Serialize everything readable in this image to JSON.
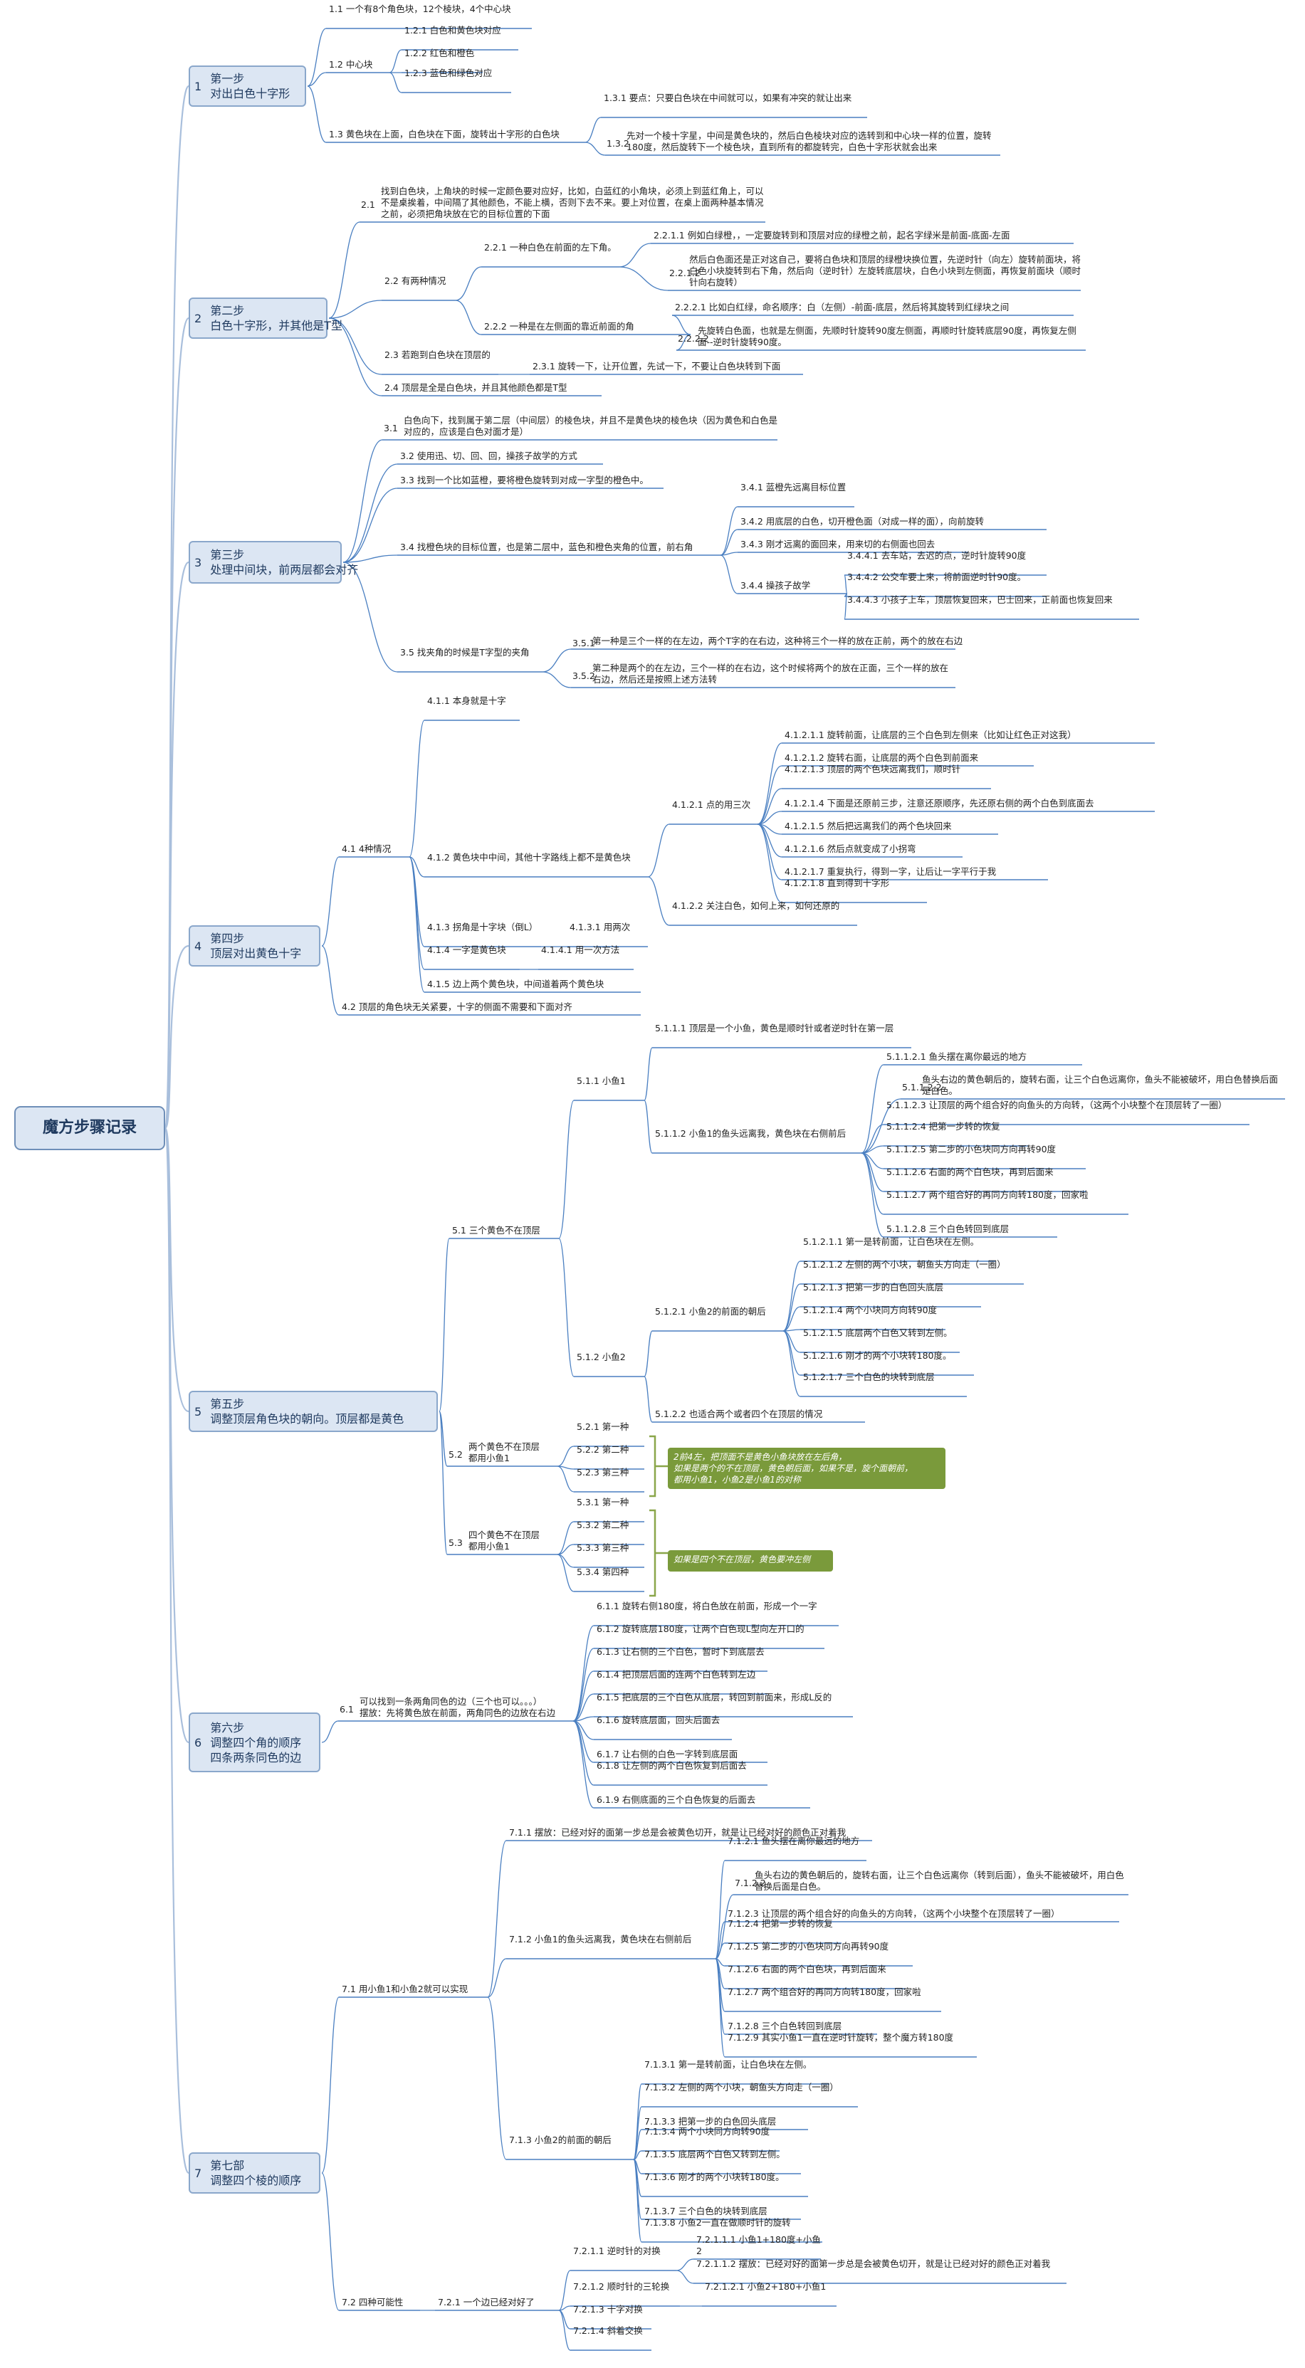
{
  "root": "魔方步骤记录",
  "steps": [
    {
      "n": "1",
      "t": "第一步\n对出白色十字形"
    },
    {
      "n": "2",
      "t": "第二步\n白色十字形，并其他是T型"
    },
    {
      "n": "3",
      "t": "第三步\n处理中间块，前两层都会对齐"
    },
    {
      "n": "4",
      "t": "第四步\n顶层对出黄色十字"
    },
    {
      "n": "5",
      "t": "第五步\n调整顶层角色块的朝向。顶层都是黄色"
    },
    {
      "n": "6",
      "t": "第六步\n调整四个角的顺序\n四条两条同色的边"
    },
    {
      "n": "7",
      "t": "第七部\n调整四个棱的顺序"
    }
  ],
  "nodes": {
    "n1_1": "1.1  一个有8个角色块，12个棱块，4个中心块",
    "n1_2": "1.2  中心块",
    "n1_2_1": "1.2.1  白色和黄色块对应",
    "n1_2_2": "1.2.2  红色和橙色",
    "n1_2_3": "1.2.3  蓝色和绿色对应",
    "n1_3": "1.3  黄色块在上面，白色块在下面，旋转出十字形的白色块",
    "n1_3_1": "1.3.1  要点：只要白色块在中间就可以，如果有冲突的就让出来",
    "n1_3_2": "先对一个棱十字星，中间是黄色块的，然后白色棱块对应的选转到和中心块一样的位置，旋转180度，然后旋转下一个棱色块，直到所有的都旋转完，白色十字形状就会出来",
    "n1_3_2num": "1.3.2",
    "n2_1": "找到白色块，上角块的时候一定颜色要对应好，比如，白蓝红的小角块，必须上到蓝红角上，可以不是桌挨着，中间隔了其他颜色，不能上横，否则下去不来。要上对位置，在桌上面两种基本情况之前，必须把角块放在它的目标位置的下面",
    "n2_1num": "2.1",
    "n2_2": "2.2  有两种情况",
    "n2_2_1": "2.2.1  一种白色在前面的左下角。",
    "n2_2_1_1": "2.2.1.1  例如白绿橙，，一定要旋转到和顶层对应的绿橙之前，起名字绿米是前面-底面-左面",
    "n2_2_1_2": "然后白色面还是正对这自己，要将白色块和顶层的绿橙块换位置，先逆时针（向左）旋转前面块，将白色小块旋转到右下角，然后向（逆时针）左旋转底层块，白色小块到左侧面，再恢复前面块（顺时针向右旋转）",
    "n2_2_1_2num": "2.2.1.2",
    "n2_2_2": "2.2.2  一种是在左侧面的靠近前面的角",
    "n2_2_2_1": "2.2.2.1  比如白红绿，命名顺序：白（左侧）-前面-底层，然后将其旋转到红绿块之间",
    "n2_2_2_2": "先旋转白色面，也就是左侧面，先顺时针旋转90度左侧面，再顺时针旋转底层90度，再恢复左侧面--逆时针旋转90度。",
    "n2_2_2_2num": "2.2.2.2",
    "n2_3": "2.3  若跑到白色块在顶层的",
    "n2_3_1": "2.3.1  旋转一下，让开位置，先试一下，不要让白色块转到下面",
    "n2_4": "2.4  顶层是全是白色块，并且其他颜色都是T型",
    "n3_1": "白色向下，找到属于第二层（中间层）的棱色块，并且不是黄色块的棱色块（因为黄色和白色是对应的，应该是白色对面才是）",
    "n3_1num": "3.1",
    "n3_2": "3.2  使用迅、切、回、回，操孩子故学的方式",
    "n3_3": "3.3  找到一个比如蓝橙，要将橙色旋转到对成一字型的橙色中。",
    "n3_4": "3.4  找橙色块的目标位置，也是第二层中，蓝色和橙色夹角的位置，前右角",
    "n3_4_1": "3.4.1  蓝橙先远离目标位置",
    "n3_4_2": "3.4.2  用底层的白色，切开橙色面（对成一样的面），向前旋转",
    "n3_4_3": "3.4.3  刚才远离的面回来，用来切的右侧面也回去",
    "n3_4_4": "3.4.4  操孩子故学",
    "n3_4_4_1": "3.4.4.1  去车站，去迟的点，逆时针旋转90度",
    "n3_4_4_2": "3.4.4.2  公交车要上来，将前面逆时针90度。",
    "n3_4_4_3": "3.4.4.3  小孩子上车，顶层恢复回来，巴士回来，正前面也恢复回来",
    "n3_5": "3.5  找夹角的时候是T字型的夹角",
    "n3_5_1": "第一种是三个一样的在左边，两个T字的在右边，这种将三个一样的放在正前，两个的放在右边",
    "n3_5_1num": "3.5.1",
    "n3_5_2": "第二种是两个的在左边，三个一样的在右边，这个时候将两个的放在正面，三个一样的放在右边，然后还是按照上述方法转",
    "n3_5_2num": "3.5.2",
    "n4_1": "4.1  4种情况",
    "n4_1_1": "4.1.1  本身就是十字",
    "n4_1_2": "4.1.2  黄色块中中间，其他十字路线上都不是黄色块",
    "n4_1_2_1": "4.1.2.1  点的用三次",
    "n4_1_2_1_1": "4.1.2.1.1  旋转前面，让底层的三个白色到左侧来（比如让红色正对这我）",
    "n4_1_2_1_2": "4.1.2.1.2  旋转右面，让底层的两个白色到前面来",
    "n4_1_2_1_3": "4.1.2.1.3  顶层的两个色块远离我们，顺时针",
    "n4_1_2_1_4": "4.1.2.1.4  下面是还原前三步，注意还原顺序，先还原右侧的两个白色到底面去",
    "n4_1_2_1_5": "4.1.2.1.5  然后把远离我们的两个色块回来",
    "n4_1_2_1_6": "4.1.2.1.6  然后点就变成了小拐弯",
    "n4_1_2_1_7": "4.1.2.1.7  重复执行，得到一字，让后让一字平行于我",
    "n4_1_2_1_8": "4.1.2.1.8  直到得到十字形",
    "n4_1_2_2": "4.1.2.2  关注白色，如何上来，如何还原的",
    "n4_1_3": "4.1.3  拐角是十字块（倒L）",
    "n4_1_3_1": "4.1.3.1  用两次",
    "n4_1_4": "4.1.4  一字是黄色块",
    "n4_1_4_1": "4.1.4.1  用一次方法",
    "n4_1_5": "4.1.5  边上两个黄色块，中间道着两个黄色块",
    "n4_2": "4.2  顶层的角色块无关紧要，十字的侧面不需要和下面对齐",
    "n5_1": "5.1  三个黄色不在顶层",
    "n5_1_1": "5.1.1  小鱼1",
    "n5_1_1_1": "5.1.1.1  顶层是一个小鱼，黄色是顺时针或者逆时针在第一层",
    "n5_1_1_2": "5.1.1.2  小鱼1的鱼头远离我，黄色块在右侧前后",
    "n5_1_1_2_1": "5.1.1.2.1  鱼头摆在离你最远的地方",
    "n5_1_1_2_2": "鱼头右边的黄色朝后的，旋转右面，让三个白色远离你，鱼头不能被破坏，用白色替换后面是白色。",
    "n5_1_1_2_2num": "5.1.1.2.2",
    "n5_1_1_2_3": "5.1.1.2.3  让顶层的两个组合好的向鱼头的方向转，（这两个小块整个在顶层转了一圈）",
    "n5_1_1_2_4": "5.1.1.2.4  把第一步转的恢复",
    "n5_1_1_2_5": "5.1.1.2.5  第二步的小色块同方向再转90度",
    "n5_1_1_2_6": "5.1.1.2.6  右面的两个白色块，再到后面来",
    "n5_1_1_2_7": "5.1.1.2.7  两个组合好的再同方向转180度，回家啦",
    "n5_1_1_2_8": "5.1.1.2.8  三个白色转回到底层",
    "n5_1_2": "5.1.2  小鱼2",
    "n5_1_2_1": "5.1.2.1  小鱼2的前面的朝后",
    "n5_1_2_1_1": "5.1.2.1.1  第一是转前面，让白色块在左侧。",
    "n5_1_2_1_2": "5.1.2.1.2  左侧的两个小块，朝鱼头方向走（一圈）",
    "n5_1_2_1_3": "5.1.2.1.3  把第一步的白色回头底层",
    "n5_1_2_1_4": "5.1.2.1.4  两个小块同方向转90度",
    "n5_1_2_1_5": "5.1.2.1.5  底层两个白色又转到左侧。",
    "n5_1_2_1_6": "5.1.2.1.6  刚才的两个小块转180度。",
    "n5_1_2_1_7": "5.1.2.1.7  三个白色的块转到底层",
    "n5_1_2_2": "5.1.2.2  也适合两个或者四个在顶层的情况",
    "n5_2": "两个黄色不在顶层\n都用小鱼1",
    "n5_2num": "5.2",
    "n5_2_1": "5.2.1  第一种",
    "n5_2_2": "5.2.2  第二种",
    "n5_2_3": "5.2.3  第三种",
    "note5_2": "2前4左，把顶面不是黄色小鱼块放在左后角，\n如果是两个的不在顶层，黄色朝后面，如果不是，旋个面朝前，\n都用小鱼1，小鱼2是小鱼1的对称",
    "n5_3": "四个黄色不在顶层\n都用小鱼1",
    "n5_3num": "5.3",
    "n5_3_1": "5.3.1  第一种",
    "n5_3_2": "5.3.2  第二种",
    "n5_3_3": "5.3.3  第三种",
    "n5_3_4": "5.3.4  第四种",
    "note5_3": "如果是四个不在顶层，黄色要冲左侧",
    "n6_1": "可以找到一条两角同色的边（三个也可以。。。）\n摆放：先将黄色放在前面，两角同色的边放在右边",
    "n6_1num": "6.1",
    "n6_1_1": "6.1.1  旋转右侧180度，将白色放在前面，形成一个一字",
    "n6_1_2": "6.1.2  旋转底层180度，让两个白色现L型向左开口的",
    "n6_1_3": "6.1.3  让右侧的三个白色，暂时下到底层去",
    "n6_1_4": "6.1.4  把顶层后面的连两个白色转到左边",
    "n6_1_5": "6.1.5  把底层的三个白色从底层，转回到前面来，形成L反的",
    "n6_1_6": "6.1.6  旋转底层面，回头后面去",
    "n6_1_7": "6.1.7  让右侧的白色一字转到底层面",
    "n6_1_8": "6.1.8  让左侧的两个白色恢复到后面去",
    "n6_1_9": "6.1.9  右侧底面的三个白色恢复的后面去",
    "n7_1": "7.1  用小鱼1和小鱼2就可以实现",
    "n7_1_1": "7.1.1  摆放：已经对好的面第一步总是会被黄色切开，就是让已经对好的颜色正对着我",
    "n7_1_2": "7.1.2  小鱼1的鱼头远离我，黄色块在右侧前后",
    "n7_1_2_1": "7.1.2.1  鱼头摆在离你最远的地方",
    "n7_1_2_2": "鱼头右边的黄色朝后的，旋转右面，让三个白色远离你（转到后面），鱼头不能被破坏，用白色替换后面是白色。",
    "n7_1_2_2num": "7.1.2.2",
    "n7_1_2_3": "7.1.2.3  让顶层的两个组合好的向鱼头的方向转，（这两个小块整个在顶层转了一圈）",
    "n7_1_2_4": "7.1.2.4  把第一步转的恢复",
    "n7_1_2_5": "7.1.2.5  第二步的小色块同方向再转90度",
    "n7_1_2_6": "7.1.2.6  右面的两个白色块，再到后面来",
    "n7_1_2_7": "7.1.2.7  两个组合好的再同方向转180度，回家啦",
    "n7_1_2_8": "7.1.2.8  三个白色转回到底层",
    "n7_1_2_9": "7.1.2.9  其实小鱼1一直在逆时针旋转，整个魔方转180度",
    "n7_1_3": "7.1.3  小鱼2的前面的朝后",
    "n7_1_3_1": "7.1.3.1  第一是转前面，让白色块在左侧。",
    "n7_1_3_2": "7.1.3.2  左侧的两个小块，朝鱼头方向走（一圈）",
    "n7_1_3_3": "7.1.3.3  把第一步的白色回头底层",
    "n7_1_3_4": "7.1.3.4  两个小块同方向转90度",
    "n7_1_3_5": "7.1.3.5  底层两个白色又转到左侧。",
    "n7_1_3_6": "7.1.3.6  刚才的两个小块转180度。",
    "n7_1_3_7": "7.1.3.7  三个白色的块转到底层",
    "n7_1_3_8": "7.1.3.8  小鱼2一直在做顺时针的旋转",
    "n7_2": "7.2  四种可能性",
    "n7_2_1": "7.2.1  一个边已经对好了",
    "n7_2_1_1": "7.2.1.1  逆时针的对换",
    "n7_2_1_1_1": "7.2.1.1.1  小鱼1+180度+小鱼2",
    "n7_2_1_1_2": "7.2.1.1.2  摆放：已经对好的面第一步总是会被黄色切开，就是让已经对好的颜色正对着我",
    "n7_2_1_2": "7.2.1.2  顺时针的三轮换",
    "n7_2_1_2_1": "7.2.1.2.1  小鱼2+180+小鱼1",
    "n7_2_1_3": "7.2.1.3  十字对换",
    "n7_2_1_4": "7.2.1.4  斜着交换"
  },
  "colors": {
    "line": "#4a7fc1",
    "branch": "#a9bfdc",
    "node_fill": "#dce6f3",
    "note": "#7a9a3b",
    "bracket": "#8aa64a"
  }
}
